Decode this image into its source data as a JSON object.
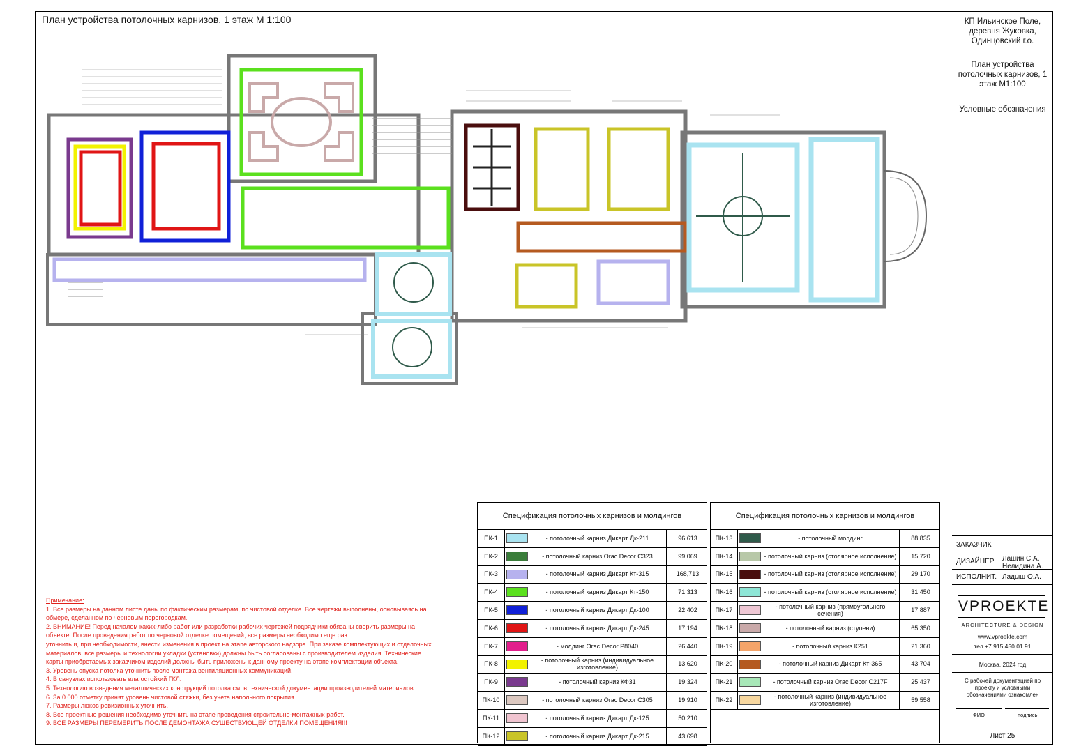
{
  "title": "План устройства потолочных карнизов, 1 этаж  М 1:100",
  "stamp": {
    "address": [
      "КП Ильинское Поле,",
      "деревня Жуковка,",
      "Одинцовский г.о."
    ],
    "sheet_title": [
      "План устройства",
      "потолочных карнизов, 1",
      "этаж М1:100"
    ],
    "legend_caption": "Условные обозначения",
    "customer_label": "ЗАКАЗЧИК",
    "designer_label": "ДИЗАЙНЕР",
    "designer_names": [
      "Лашин С.А.",
      "Нелидина А."
    ],
    "executor_label": "ИСПОЛНИТ.",
    "executor_name": "Ладыш О.А.",
    "logo": "VPROEKTE",
    "logo_sub": "ARCHITECTURE & DESIGN",
    "site": "www.vproekte.com",
    "phone": "тел.+7 915 450 01 91",
    "city_year": "Москва, 2024 год",
    "ack": [
      "С рабочей документацией по",
      "проекту и условными",
      "обозначениями ознакомлен"
    ],
    "fio": "ФИО",
    "sign": "подпись",
    "sheet_no": "Лист 25"
  },
  "notes": {
    "heading": "Примечание:",
    "lines": [
      "1. Все размеры на данном листе даны по фактическим размерам, по чистовой отделке. Все чертежи выполнены, основываясь на",
      "обмере, сделанном по черновым перегородкам.",
      "2. ВНИМАНИЕ! Перед началом каких-либо работ или разработки рабочих чертежей подрядчики обязаны сверить размеры на",
      "объекте. После проведения работ по черновой отделке помещений, все размеры необходимо еще раз",
      "уточнить и, при необходимости, внести изменения в проект на этапе авторского надзора. При заказе комплектующих и отделочных",
      "материалов, все размеры и технологии укладки (установки) должны быть согласованы с производителем изделия. Технические",
      "карты приобретаемых заказчиком изделий должны быть приложены к данному проекту на этапе комплектации объекта.",
      "3. Уровень опуска потолка уточнить после монтажа вентиляционных коммуникаций.",
      "4. В санузлах использовать влагостойкий ГКЛ.",
      "5. Технологию возведения металлических конструкций потолка см. в технической документации производителей материалов.",
      "6. За 0.000 отметку принят уровень чистовой стяжки, без учета напольного покрытия.",
      "7. Размеры люков ревизионных уточнить.",
      "8. Все проектные решения необходимо уточнить на этапе проведения строительно-монтажных работ.",
      "9. ВСЕ РАЗМЕРЫ ПЕРЕМЕРИТЬ ПОСЛЕ ДЕМОНТАЖА СУЩЕСТВУЮЩЕЙ ОТДЕЛКИ ПОМЕЩЕНИЯ!!!"
    ]
  },
  "spec_title": "Спецификация потолочных карнизов и молдингов",
  "spec_left": [
    {
      "code": "ПК-1",
      "color": "#a9e3f0",
      "desc": "- потолочный карниз Дикарт Дк-211",
      "len": "96,613"
    },
    {
      "code": "ПК-2",
      "color": "#3a7d3a",
      "desc": "- потолочный карниз Orac Decor C323",
      "len": "99,069"
    },
    {
      "code": "ПК-3",
      "color": "#b6b2ee",
      "desc": "- потолочный карниз Дикарт Кт-315",
      "len": "168,713"
    },
    {
      "code": "ПК-4",
      "color": "#5be01e",
      "desc": "- потолочный карниз Дикарт Кт-150",
      "len": "71,313"
    },
    {
      "code": "ПК-5",
      "color": "#1020d8",
      "desc": "- потолочный карниз Дикарт Дк-100",
      "len": "22,402"
    },
    {
      "code": "ПК-6",
      "color": "#e01515",
      "desc": "- потолочный карниз Дикарт Дк-245",
      "len": "17,194"
    },
    {
      "code": "ПК-7",
      "color": "#e21e8c",
      "desc": "- молдинг Orac Decor P8040",
      "len": "26,440"
    },
    {
      "code": "ПК-8",
      "color": "#f2f200",
      "desc": "- потолочный карниз (индивидуальное изготовление)",
      "len": "13,620"
    },
    {
      "code": "ПК-9",
      "color": "#7a3a8e",
      "desc": "- потолочный карниз КФ31",
      "len": "19,324"
    },
    {
      "code": "ПК-10",
      "color": "#dcc8c0",
      "desc": "- потолочный карниз Orac Decor C305",
      "len": "19,910"
    },
    {
      "code": "ПК-11",
      "color": "#f0c4d0",
      "desc": "- потолочный карниз Дикарт Дк-125",
      "len": "50,210"
    },
    {
      "code": "ПК-12",
      "color": "#c9c428",
      "desc": "- потолочный карниз Дикарт Дк-215",
      "len": "43,698"
    }
  ],
  "spec_right": [
    {
      "code": "ПК-13",
      "color": "#2f5a4a",
      "desc": "- потолочный молдинг",
      "len": "88,835"
    },
    {
      "code": "ПК-14",
      "color": "#b8c8a8",
      "desc": "- потолочный карниз (столярное исполнение)",
      "len": "15,720"
    },
    {
      "code": "ПК-15",
      "color": "#4a0e0e",
      "desc": "- потолочный карниз (столярное исполнение)",
      "len": "29,170"
    },
    {
      "code": "ПК-16",
      "color": "#8ee6d6",
      "desc": "- потолочный карниз (столярное исполнение)",
      "len": "31,450"
    },
    {
      "code": "ПК-17",
      "color": "#eec7d4",
      "desc": "- потолочный карниз (прямоугольного сечения)",
      "len": "17,887"
    },
    {
      "code": "ПК-18",
      "color": "#c9a9a9",
      "desc": "- потолочный карниз (ступени)",
      "len": "65,350"
    },
    {
      "code": "ПК-19",
      "color": "#f4a46a",
      "desc": "- потолочный карниз К251",
      "len": "21,360"
    },
    {
      "code": "ПК-20",
      "color": "#b55a20",
      "desc": "- потолочный карниз Дикарт Кт-365",
      "len": "43,704"
    },
    {
      "code": "ПК-21",
      "color": "#a8e8b8",
      "desc": "- потолочный карниз Orac Decor C217F",
      "len": "25,437"
    },
    {
      "code": "ПК-22",
      "color": "#f8d8a0",
      "desc": "- потолочный карниз (индивидуальное изготовление)",
      "len": "59,558"
    }
  ]
}
